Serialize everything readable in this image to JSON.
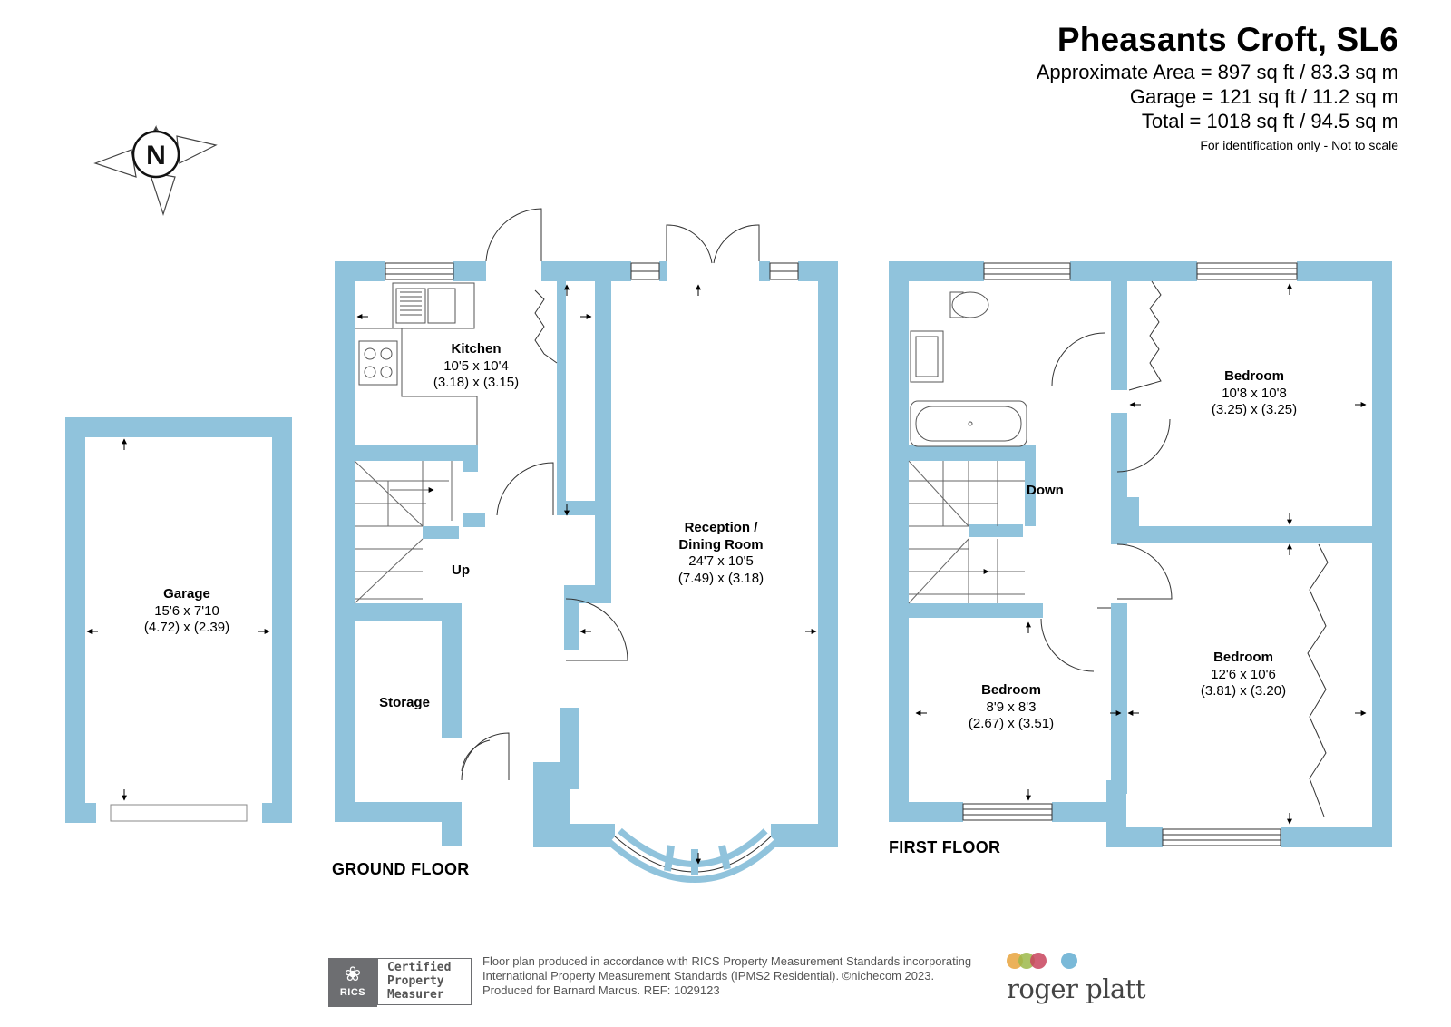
{
  "header": {
    "title": "Pheasants Croft, SL6",
    "approx_area": "Approximate Area = 897 sq ft / 83.3 sq m",
    "garage_area": "Garage = 121 sq ft / 11.2 sq m",
    "total_area": "Total = 1018 sq ft / 94.5 sq m",
    "note": "For identification only - Not to scale"
  },
  "compass": {
    "letter": "N",
    "icon": "compass-rose-icon"
  },
  "rooms": {
    "garage": {
      "name": "Garage",
      "imperial": "15'6 x 7'10",
      "metric": "(4.72) x (2.39)"
    },
    "kitchen": {
      "name": "Kitchen",
      "imperial": "10'5 x 10'4",
      "metric": "(3.18) x (3.15)"
    },
    "reception": {
      "name_line1": "Reception /",
      "name_line2": "Dining Room",
      "imperial": "24'7 x 10'5",
      "metric": "(7.49) x (3.18)"
    },
    "storage": {
      "name": "Storage"
    },
    "bedroom_top": {
      "name": "Bedroom",
      "imperial": "10'8 x 10'8",
      "metric": "(3.25) x (3.25)"
    },
    "bedroom_bottom_left": {
      "name": "Bedroom",
      "imperial": "8'9 x 8'3",
      "metric": "(2.67) x (3.51)"
    },
    "bedroom_bottom_right": {
      "name": "Bedroom",
      "imperial": "12'6 x 10'6",
      "metric": "(3.81) x (3.20)"
    }
  },
  "stairs": {
    "up": "Up",
    "down": "Down"
  },
  "floors": {
    "ground": "GROUND FLOOR",
    "first": "FIRST FLOOR"
  },
  "footer": {
    "rics_badge": "RICS",
    "certified": [
      "Certified",
      "Property",
      "Measurer"
    ],
    "text_line1": "Floor plan produced in accordance with RICS Property Measurement Standards incorporating",
    "text_line2": "International Property Measurement Standards (IPMS2 Residential).  ©nichecom 2023.",
    "text_line3": "Produced for Barnard Marcus.   REF:  1029123",
    "brand": "roger platt",
    "brand_colors": [
      "#e8a33d",
      "#9cb84a",
      "#c8445d",
      "#7ab9d8"
    ]
  },
  "colors": {
    "wall": "#90c3dc",
    "line": "#555555"
  }
}
